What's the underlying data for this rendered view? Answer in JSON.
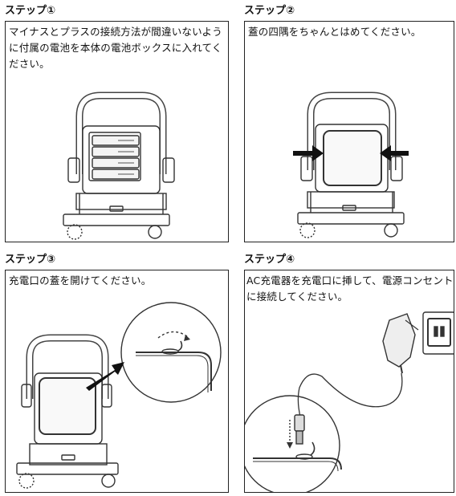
{
  "steps": [
    {
      "title": "ステップ①",
      "text": "マイナスとプラスの接続方法が間違いないように付属の電池を本体の電池ボックスに入れてください。"
    },
    {
      "title": "ステップ②",
      "text": "蓋の四隅をちゃんとはめてください。"
    },
    {
      "title": "ステップ③",
      "text": "充電口の蓋を開けてください。"
    },
    {
      "title": "ステップ④",
      "text": "AC充電器を充電口に挿して、電源コンセントに接続してください。"
    }
  ],
  "illustrations": {
    "step1": "light-with-battery-pack-icon",
    "step2": "light-lid-arrows-icon",
    "step3": "charging-port-lid-zoom-icon",
    "step4": "ac-charger-outlet-icon"
  }
}
